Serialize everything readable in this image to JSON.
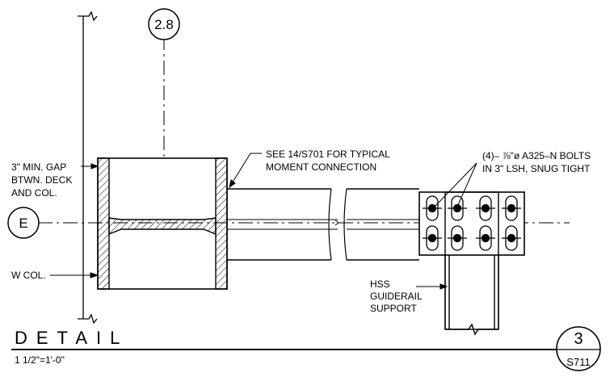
{
  "grid_bubbles": {
    "column_line": "2.8",
    "row_line": "E"
  },
  "annotations": {
    "gap_note": [
      "3\" MIN. GAP",
      "BTWN. DECK",
      "AND COL."
    ],
    "moment_note": [
      "SEE 14/S701 FOR TYPICAL",
      "MOMENT CONNECTION"
    ],
    "bolt_note": [
      "(4)– ⅞\"ø A325–N BOLTS",
      "IN 3\" LSH, SNUG TIGHT"
    ],
    "column_label": "W COL.",
    "hss_note": [
      "HSS",
      "GUIDERAIL",
      "SUPPORT"
    ]
  },
  "title_block": {
    "title": "DETAIL",
    "scale": "1 1/2\"=1'-0\"",
    "detail_number": "3",
    "sheet": "S711"
  },
  "colors": {
    "line": "#000000",
    "background": "#ffffff"
  }
}
